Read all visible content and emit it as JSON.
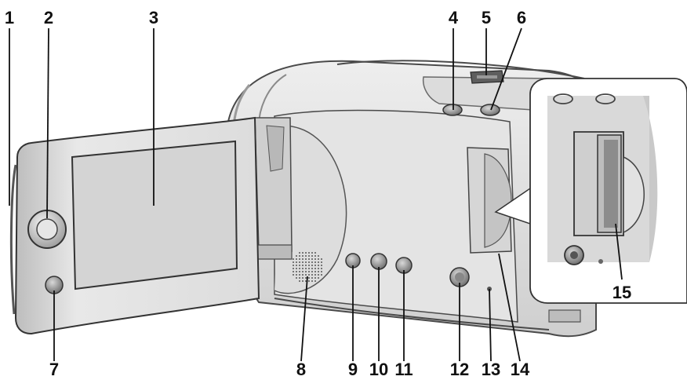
{
  "callouts": [
    {
      "number": "1"
    },
    {
      "number": "2"
    },
    {
      "number": "3"
    },
    {
      "number": "4"
    },
    {
      "number": "5"
    },
    {
      "number": "6"
    },
    {
      "number": "7"
    },
    {
      "number": "8"
    },
    {
      "number": "9"
    },
    {
      "number": "10"
    },
    {
      "number": "11"
    },
    {
      "number": "12"
    },
    {
      "number": "13"
    },
    {
      "number": "14"
    },
    {
      "number": "15"
    }
  ],
  "colors": {
    "body_light": "#e6e6e6",
    "body_mid": "#cfcfcf",
    "body_dark": "#9a9a9a",
    "outline": "#4a4a4a",
    "screen": "#d4d4d4",
    "leader_line": "#111111"
  }
}
